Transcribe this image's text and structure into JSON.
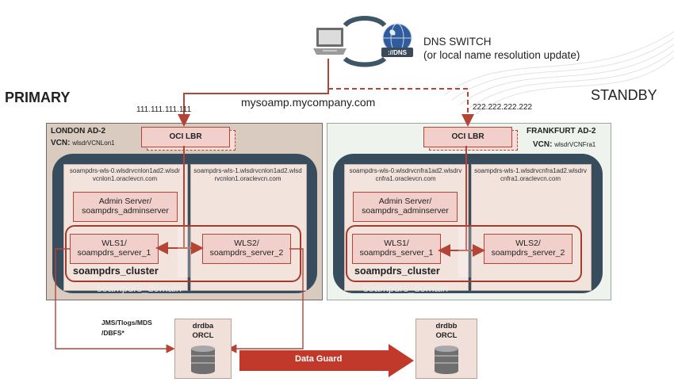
{
  "dns": {
    "title": "DNS SWITCH",
    "subtitle": "(or local name resolution update)",
    "badge": "://DNS"
  },
  "labels": {
    "primary": "PRIMARY",
    "standby": "STANDBY",
    "hostname": "mysoamp.mycompany.com",
    "ip_primary": "111.111.111.111",
    "ip_standby": "222.222.222.222"
  },
  "london": {
    "region": "LONDON AD-2",
    "vcn_label": "VCN:",
    "vcn_name": "wlsdrVCNLon1",
    "lbr": "OCI LBR",
    "host1": "soampdrs-wls-0.wlsdrvcnlon1ad2.wlsdrvcnlon1.oraclevcn.com",
    "host2": "soampdrs-wls-1.wlsdrvcnlon1ad2.wlsdrvcnlon1.oraclevcn.com",
    "admin1": "Admin Server/",
    "admin2": "soampdrs_adminserver",
    "wls1a": "WLS1/",
    "wls1b": "soampdrs_server_1",
    "wls2a": "WLS2/",
    "wls2b": "soampdrs_server_2",
    "cluster": "soampdrs_cluster",
    "domain": "soampdrs_domain"
  },
  "frankfurt": {
    "region": "FRANKFURT AD-2",
    "vcn_label": "VCN:",
    "vcn_name": "wlsdrVCNFra1",
    "lbr": "OCI LBR",
    "host1": "soampdrs-wls-0.wlsdrvcnfra1ad2.wlsdrvcnfra1.oraclevcn.com",
    "host2": "soampdrs-wls-1.wlsdrvcnfra1ad2.wlsdrvcnfra1.oraclevcn.com",
    "admin1": "Admin Server/",
    "admin2": "soampdrs_adminserver",
    "wls1a": "WLS1/",
    "wls1b": "soampdrs_server_1",
    "wls2a": "WLS2/",
    "wls2b": "soampdrs_server_2",
    "cluster": "soampdrs_cluster",
    "domain": "soampdrs_domain"
  },
  "storage": {
    "line1": "JMS/Tlogs/MDS",
    "line2": "/DBFS*"
  },
  "db_primary": {
    "name": "drdba",
    "sid": "ORCL"
  },
  "db_standby": {
    "name": "drdbb",
    "sid": "ORCL"
  },
  "dataguard": "Data Guard",
  "colors": {
    "accent": "#b44536",
    "vcn": "#374c5c",
    "primary_region": "#d9cbc0",
    "standby_region": "#eef3ee"
  }
}
